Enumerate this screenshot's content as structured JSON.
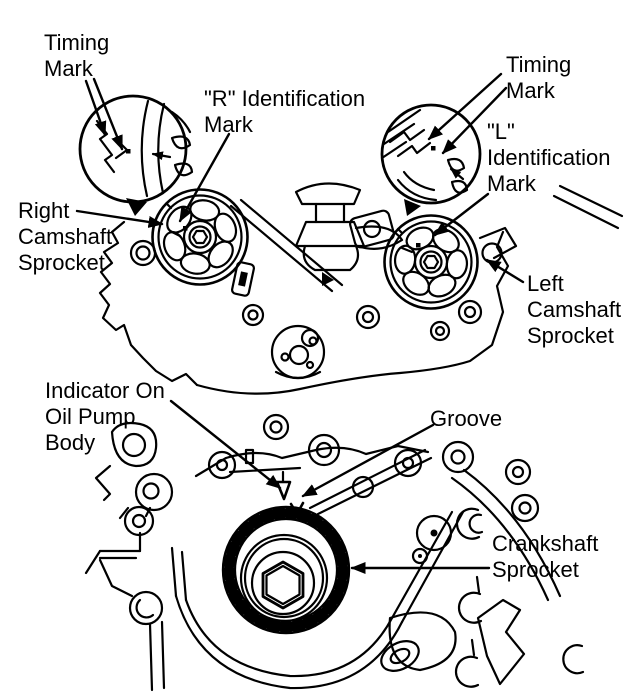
{
  "colors": {
    "ink": "#000000",
    "paper": "#ffffff"
  },
  "labels": {
    "timing_mark_left": {
      "line1": "Timing",
      "line2": "Mark"
    },
    "r_identification_mark": {
      "line1": "\"R\" Identification",
      "line2": "Mark"
    },
    "timing_mark_right": {
      "line1": "Timing",
      "line2": "Mark"
    },
    "l_identification_mark": {
      "line1": "\"L\"",
      "line2": "Identification",
      "line3": "Mark"
    },
    "right_camshaft_sprocket": {
      "line1": "Right",
      "line2": "Camshaft",
      "line3": "Sprocket"
    },
    "left_camshaft_sprocket": {
      "line1": "Left",
      "line2": "Camshaft",
      "line3": "Sprocket"
    },
    "indicator_on_oil_pump_body": {
      "line1": "Indicator On",
      "line2": "Oil Pump",
      "line3": "Body"
    },
    "groove": {
      "line1": "Groove"
    },
    "crankshaft_sprocket": {
      "line1": "Crankshaft",
      "line2": "Sprocket"
    }
  }
}
